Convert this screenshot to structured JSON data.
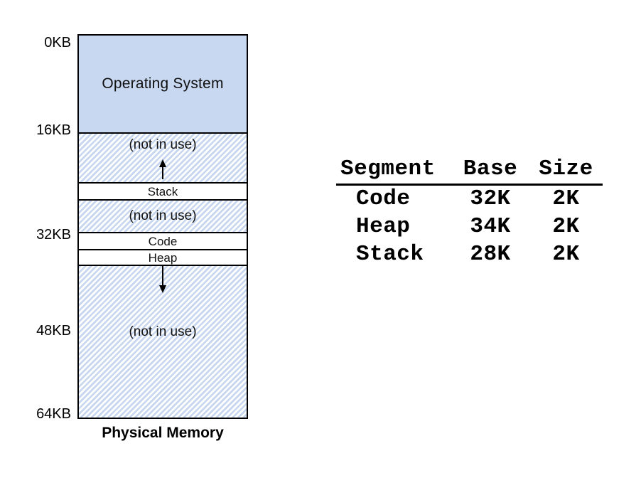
{
  "diagram": {
    "title": "Physical Memory",
    "axis_labels": [
      "0KB",
      "16KB",
      "32KB",
      "48KB",
      "64KB"
    ],
    "segments": [
      {
        "label": "Operating System",
        "kind": "os"
      },
      {
        "label": "(not in use)",
        "kind": "free",
        "arrow": "up"
      },
      {
        "label": "Stack",
        "kind": "used"
      },
      {
        "label": "(not in use)",
        "kind": "free"
      },
      {
        "label": "Code",
        "kind": "used"
      },
      {
        "label": "Heap",
        "kind": "used"
      },
      {
        "label": "(not in use)",
        "kind": "free",
        "arrow": "down"
      }
    ],
    "colors": {
      "os_fill": "#c8d8f0",
      "hatch": "#c6d7ef",
      "border": "#000000"
    }
  },
  "table": {
    "headers": [
      "Segment",
      "Base",
      "Size"
    ],
    "rows": [
      {
        "segment": "Code",
        "base": "32K",
        "size": "2K"
      },
      {
        "segment": "Heap",
        "base": "34K",
        "size": "2K"
      },
      {
        "segment": "Stack",
        "base": "28K",
        "size": "2K"
      }
    ]
  }
}
